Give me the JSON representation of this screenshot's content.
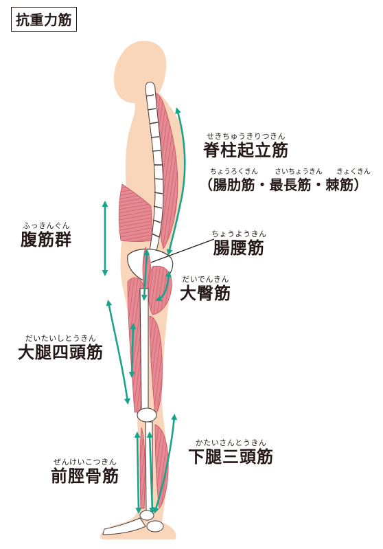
{
  "title": "抗重力筋",
  "colors": {
    "skin": "#f9d6ba",
    "muscle": "#e58a93",
    "muscle_stripe": "#c95363",
    "bone": "#ffffff",
    "bone_outline": "#4a3c38",
    "arrow": "#1aa38b",
    "text": "#231815"
  },
  "labels": {
    "erector": {
      "ruby": "せきちゅうきりつきん",
      "name": "脊柱起立筋"
    },
    "erector_sub": {
      "rubies": [
        "ちょうろくきん",
        "さいちょうきん",
        "きょくきん"
      ],
      "text": "（腸肋筋・最長筋・棘筋）"
    },
    "abdominal": {
      "ruby": "ふっきんぐん",
      "name": "腹筋群"
    },
    "iliopsoas": {
      "ruby": "ちょうようきん",
      "name": "腸腰筋"
    },
    "gluteus": {
      "ruby": "だいでんきん",
      "name": "大臀筋"
    },
    "quadriceps": {
      "ruby": "だいたいしとうきん",
      "name": "大腿四頭筋"
    },
    "triceps_surae": {
      "ruby": "かたいさんとうきん",
      "name": "下腿三頭筋"
    },
    "tibialis": {
      "ruby": "ぜんけいこつきん",
      "name": "前脛骨筋"
    }
  },
  "icons": [
    "human-body-silhouette",
    "skeleton",
    "muscle",
    "double-headed-arrow"
  ]
}
